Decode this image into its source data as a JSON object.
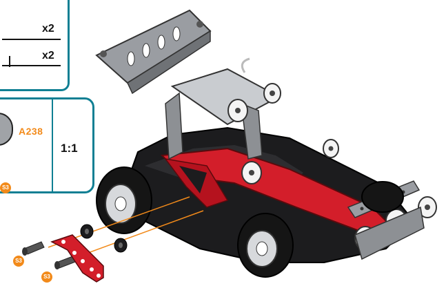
{
  "parts_box": {
    "rows": [
      {
        "qty": "x2"
      },
      {
        "qty": "x2"
      }
    ]
  },
  "scale_box": {
    "part_code": "A238",
    "scale": "1:1",
    "screw_badge": "S3"
  },
  "callouts": {
    "screw_badge": "S3"
  },
  "colors": {
    "frame": "#0f7f93",
    "accent_orange": "#f28a1a",
    "red_part": "#d31e2a",
    "metal": "#9a9da2",
    "body_black": "#1c1c1e"
  }
}
